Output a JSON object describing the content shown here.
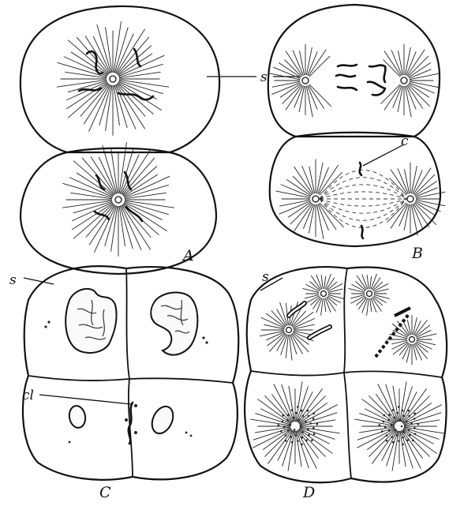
{
  "figure": {
    "panels": {
      "A": {
        "label": "A"
      },
      "B": {
        "label": "B",
        "c_label": "c"
      },
      "C": {
        "label": "C",
        "s_label": "s",
        "cl_label": "cl"
      },
      "D": {
        "label": "D",
        "s_label": "s"
      }
    },
    "shared_s_label": "s"
  }
}
